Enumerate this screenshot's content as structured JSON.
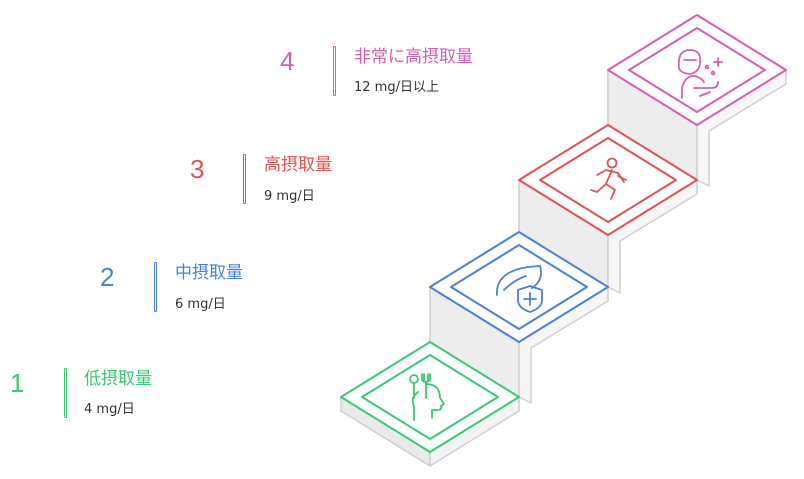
{
  "levels": [
    {
      "number": "1",
      "title": "低摂取量",
      "desc": "4 mg/日",
      "color": "#3cc874",
      "icon": "utensils-head-icon"
    },
    {
      "number": "2",
      "title": "中摂取量",
      "desc": "6 mg/日",
      "color": "#4a80d9",
      "icon": "leaf-shield-icon"
    },
    {
      "number": "3",
      "title": "高摂取量",
      "desc": "9 mg/日",
      "color": "#e05450",
      "icon": "running-person-icon"
    },
    {
      "number": "4",
      "title": "非常に高摂取量",
      "desc": "12 mg/日以上",
      "color": "#d65fb2",
      "icon": "distressed-person-icon"
    }
  ]
}
